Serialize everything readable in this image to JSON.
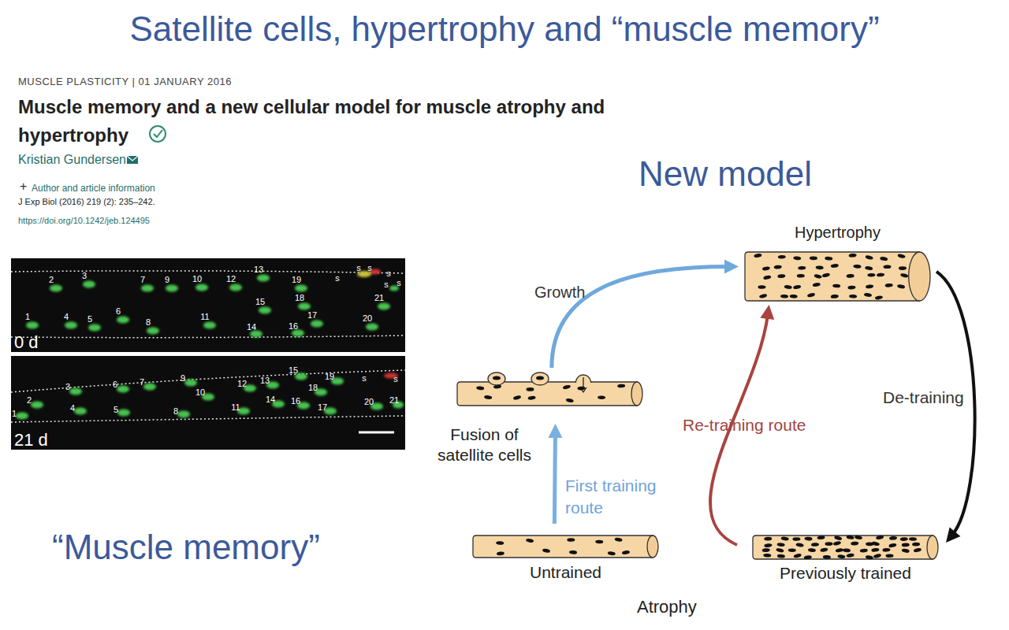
{
  "diagram": {
    "title": "Satellite cells, hypertrophy and “muscle memory”",
    "nodes": [
      {
        "text": [
          "Hypertrophy"
        ]
      },
      {
        "text": [
          "Fusion of satellite cells"
        ]
      },
      {
        "text": [
          "Untrained"
        ]
      },
      {
        "text": [
          "Previously trained"
        ]
      }
    ],
    "edges": [
      {
        "from": 1,
        "to": 0,
        "label": "Growth",
        "arrow": "to"
      },
      {
        "from": 2,
        "to": 1,
        "label": "First training route",
        "arrow": "to"
      },
      {
        "from": 0,
        "to": 3,
        "label": "De-training",
        "arrow": "to"
      },
      {
        "from": 3,
        "to": 0,
        "label": "Re-training route",
        "arrow": "to"
      }
    ],
    "labels": [
      "MUSCLE PLASTICITY | 01 JANUARY 2016",
      "Muscle memory and a new cellular model for muscle atrophy and hypertrophy",
      "Kristian Gundersen",
      "+",
      "Author and article information",
      "J Exp Biol (2016) 219 (2): 235–242.",
      "https://doi.org/10.1242/jeb.124495",
      "New model",
      "“Muscle memory”",
      "Atrophy",
      "0 d",
      "21 d",
      "1",
      "2",
      "3",
      "4",
      "5",
      "6",
      "7",
      "8",
      "9",
      "10",
      "11",
      "12",
      "13",
      "14",
      "15",
      "16",
      "17",
      "18",
      "19",
      "20",
      "21",
      "s",
      "s",
      "s",
      "s",
      "s",
      "s",
      "1",
      "2",
      "3",
      "4",
      "5",
      "6",
      "7",
      "8",
      "9",
      "10",
      "11",
      "12",
      "13",
      "14",
      "15",
      "16",
      "17",
      "18",
      "19",
      "20",
      "21",
      "s",
      "s"
    ]
  }
}
